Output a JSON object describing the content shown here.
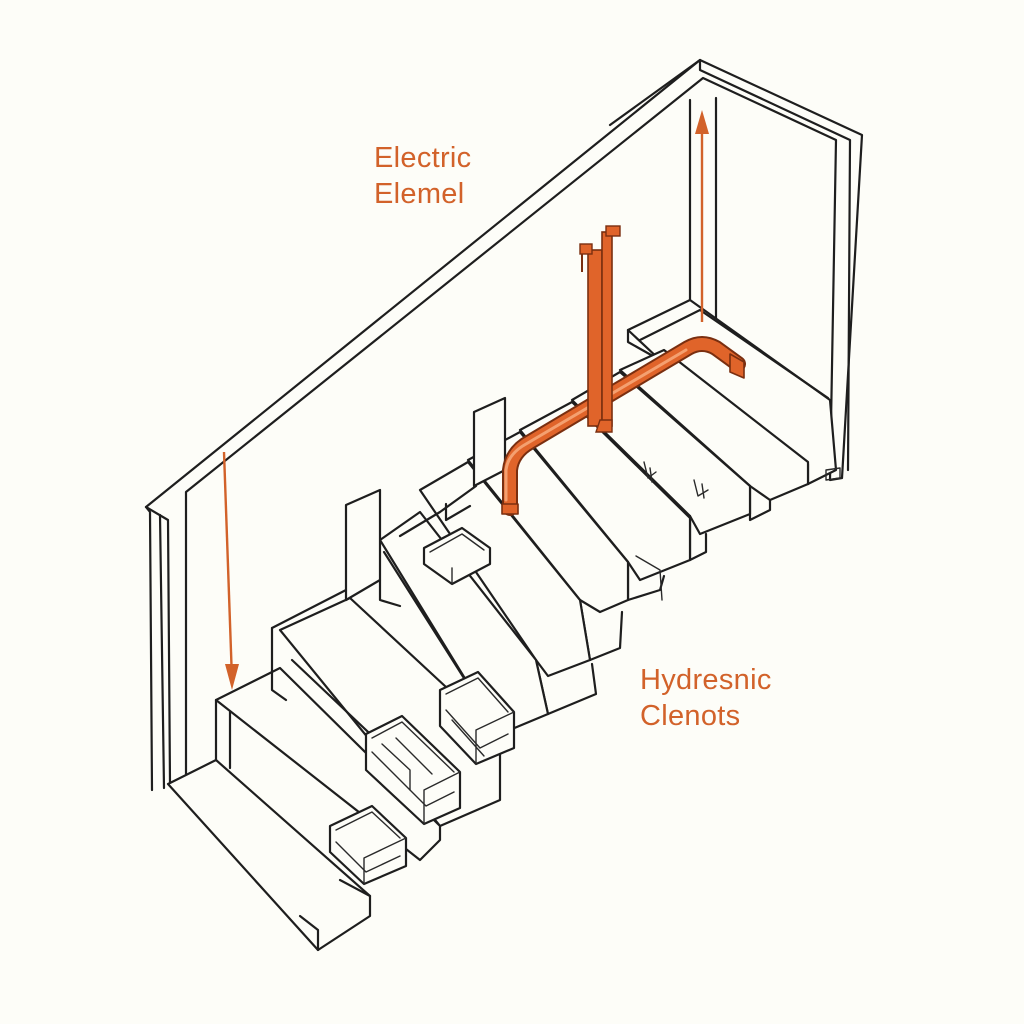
{
  "labels": {
    "electric_line1": "Electric",
    "electric_line2": "Elemel",
    "hydronic_line1": "Hydresnic",
    "hydronic_line2": "Clenots"
  },
  "colors": {
    "accent": "#d2622a",
    "pipe": "#e0642a",
    "line": "#1e1e1e",
    "background": "#fdfdf8"
  }
}
